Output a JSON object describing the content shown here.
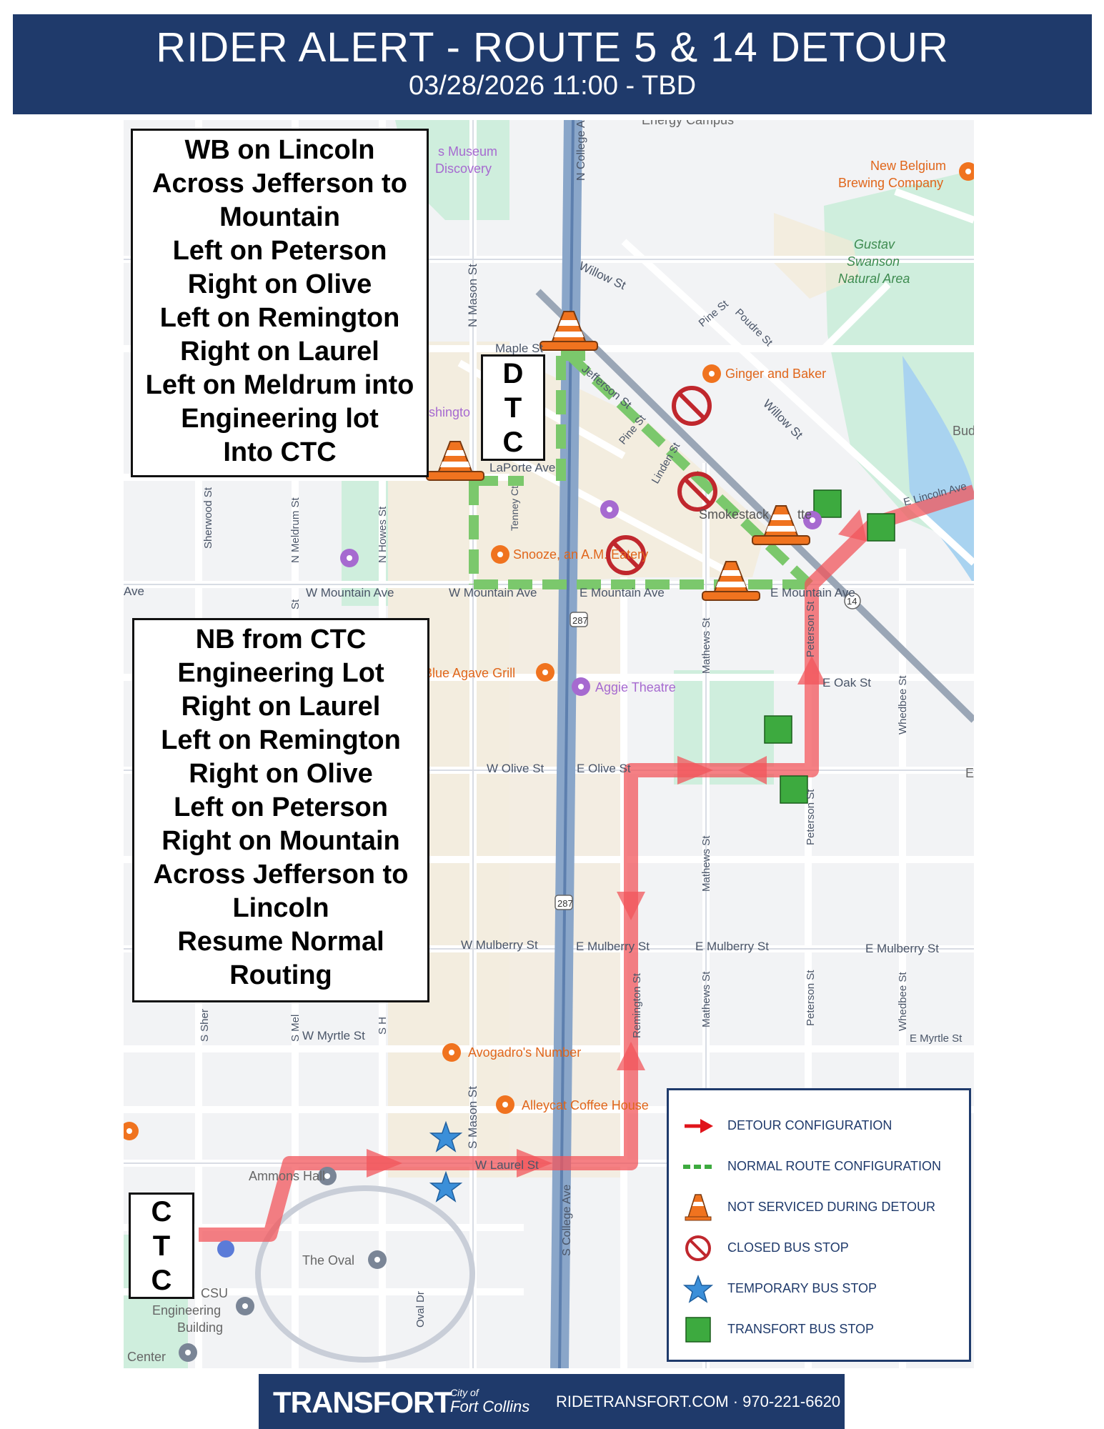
{
  "header": {
    "title": "RIDER ALERT - ROUTE 5 & 14 DETOUR",
    "dates": "03/28/2026 11:00 - TBD"
  },
  "wb_directions": [
    "WB on Lincoln",
    "Across Jefferson to",
    "Mountain",
    "Left on Peterson",
    "Right on Olive",
    "Left on Remington",
    "Right on Laurel",
    "Left on Meldrum into",
    "Engineering lot",
    "Into CTC"
  ],
  "nb_directions": [
    "NB from CTC",
    "Engineering Lot",
    "Right on Laurel",
    "Left on Remington",
    "Right on Olive",
    "Left on Peterson",
    "Right on Mountain",
    "Across Jefferson to",
    "Lincoln",
    "Resume Normal",
    "Routing"
  ],
  "dtc_letters": [
    "D",
    "T",
    "C"
  ],
  "ctc_letters": [
    "C",
    "T",
    "C"
  ],
  "map": {
    "streets": {
      "n_college": "N College Ave",
      "s_college": "S College Ave",
      "n_mason": "N Mason St",
      "s_mason": "S Mason St",
      "willow_top": "Willow St",
      "willow_right": "Willow St",
      "maple": "Maple St",
      "jefferson": "Jefferson St",
      "pine_n": "Pine St",
      "pine_s": "Pine St",
      "poudre": "Poudre St",
      "linden": "Linden St",
      "laporte": "LaPorte Ave",
      "tenney": "Tenney Ct",
      "w_mountain_left": "W Mountain Ave",
      "w_mountain": "W Mountain Ave",
      "e_mountain": "E Mountain Ave",
      "e_mountain_right": "E Mountain Ave",
      "ave_edge": "Ave",
      "sherwood": "Sherwood St",
      "meldrum": "N Meldrum St",
      "n_howes": "N Howes St",
      "e_lincoln": "E Lincoln Ave",
      "peterson_n": "Peterson St",
      "peterson_s": "Peterson St",
      "peterson_lower": "Peterson St",
      "e_oak": "E Oak St",
      "mathews_n": "Mathews St",
      "mathews_s": "Mathews St",
      "mathews_lower": "Mathews St",
      "whedbee_n": "Whedbee St",
      "whedbee_s": "Whedbee St",
      "w_olive": "W Olive St",
      "e_olive": "E Olive St",
      "w_mulberry": "W Mulberry St",
      "e_mulberry_1": "E Mulberry St",
      "e_mulberry_2": "E Mulberry St",
      "e_mulberry_3": "E Mulberry St",
      "remington": "Remington St",
      "w_myrtle": "W Myrtle St",
      "e_myrtle": "E Myrtle St",
      "w_laurel": "W Laurel St",
      "oval_dr": "Oval Dr",
      "s_sher": "S Sher",
      "s_mel": "S Mel",
      "s_h": "S H",
      "st_frag": "St"
    },
    "places": {
      "museum": "s Museum",
      "discovery": "Discovery",
      "energy": "Energy Campus",
      "new_belgium": "New Belgium",
      "brewing": "Brewing Company",
      "gustav": "Gustav",
      "swanson": "Swanson",
      "natural_area": "Natural Area",
      "ginger": "Ginger and Baker",
      "bud": "Bud",
      "washington": "shingto",
      "smokestack": "Smokestack",
      "smokestack_tail": "tte",
      "snooze": "Snooze, an A.M. Eatery",
      "blue_agave": "Blue Agave Grill",
      "aggie": "Aggie Theatre",
      "avogadro": "Avogadro's Number",
      "alleycat": "Alleycat Coffee House",
      "ammons": "Ammons Hall",
      "oval": "The Oval",
      "csu": "CSU",
      "engineering": "Engineering",
      "building": "Building",
      "center": "Center",
      "e_right": "E",
      "highway": "287",
      "route14": "14"
    },
    "colors": {
      "detour": "#f2555b",
      "normal": "#7bc86c",
      "cone": "#f0731f",
      "closed": "#c0272d",
      "temp_star": "#3b8fd9",
      "transfort_stop": "#3daa3f",
      "college_ave": "#8aa6c9"
    }
  },
  "legend": [
    {
      "icon": "detour-arrow-icon",
      "label": "DETOUR CONFIGURATION"
    },
    {
      "icon": "normal-route-dash-icon",
      "label": "NORMAL ROUTE CONFIGURATION"
    },
    {
      "icon": "traffic-cone-icon",
      "label": "NOT SERVICED DURING DETOUR"
    },
    {
      "icon": "closed-stop-icon",
      "label": "CLOSED BUS STOP"
    },
    {
      "icon": "star-icon",
      "label": "TEMPORARY BUS STOP"
    },
    {
      "icon": "green-square-icon",
      "label": "TRANSFORT BUS STOP"
    }
  ],
  "footer": {
    "brand": "TRANSFORT",
    "city_small": "City of",
    "city": "Fort Collins",
    "website_phone": "RIDETRANSFORT.COM · 970-221-6620"
  }
}
